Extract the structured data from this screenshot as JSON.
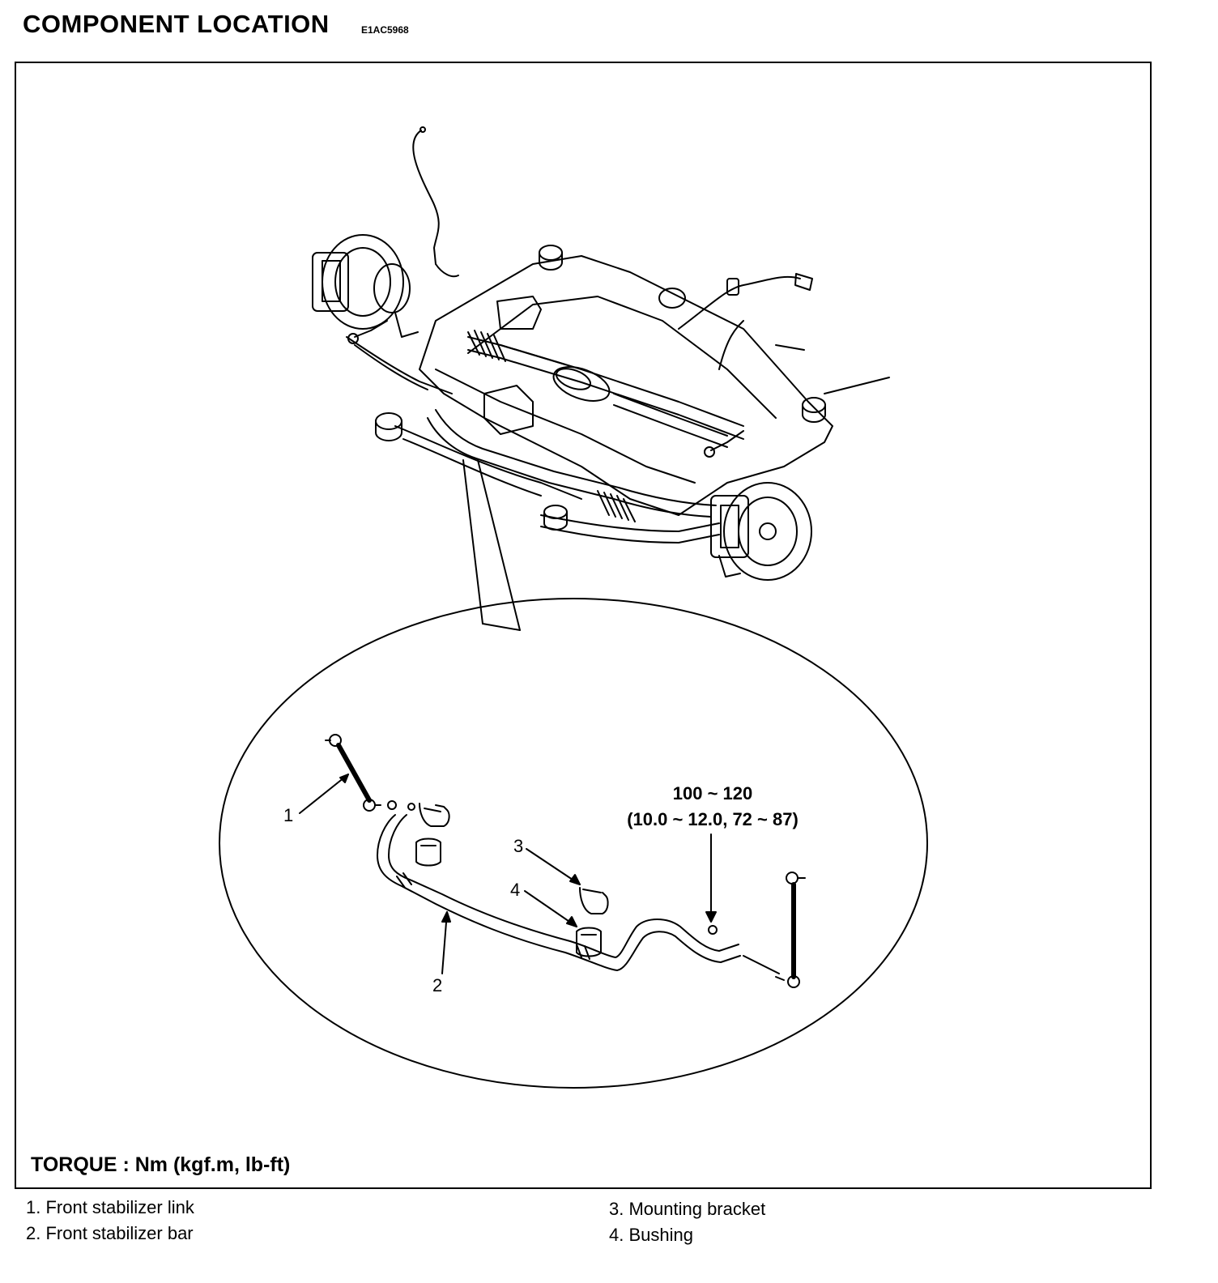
{
  "header": {
    "title": "COMPONENT LOCATION",
    "code": "E1AC5968"
  },
  "torque_note": "TORQUE : Nm (kgf.m, lb-ft)",
  "spec": {
    "line1": "100 ~ 120",
    "line2": "(10.0 ~ 12.0, 72 ~ 87)"
  },
  "callouts": [
    "1",
    "2",
    "3",
    "4"
  ],
  "legend": [
    "1. Front stabilizer link",
    "2. Front stabilizer bar",
    "3. Mounting bracket",
    "4. Bushing"
  ]
}
